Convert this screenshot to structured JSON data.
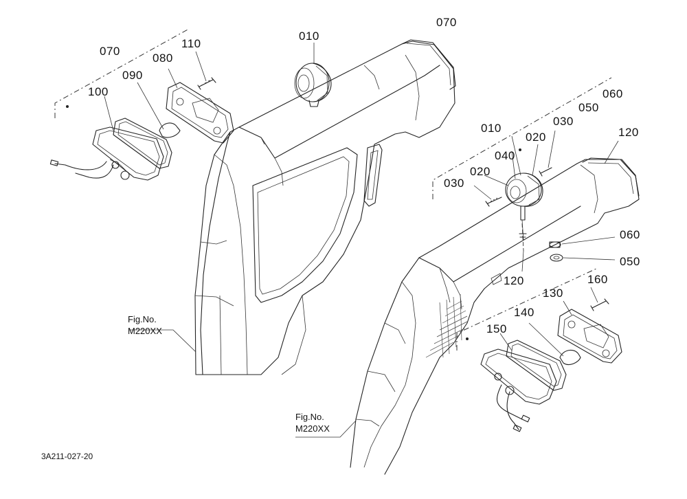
{
  "diagram": {
    "part_labels": {
      "lbl_070_left": "070",
      "lbl_110": "110",
      "lbl_080": "080",
      "lbl_090": "090",
      "lbl_100": "100",
      "lbl_010_top": "010",
      "lbl_070_top": "070",
      "lbl_060_top": "060",
      "lbl_050_top": "050",
      "lbl_010_right": "010",
      "lbl_030_top": "030",
      "lbl_020_top": "020",
      "lbl_040": "040",
      "lbl_120_top": "120",
      "lbl_020_mid": "020",
      "lbl_030_left": "030",
      "lbl_060_mid": "060",
      "lbl_050_mid": "050",
      "lbl_120_mid": "120",
      "lbl_160": "160",
      "lbl_130": "130",
      "lbl_140": "140",
      "lbl_150": "150"
    },
    "fig_refs": {
      "left_line1": "Fig.No.",
      "left_line2": "M220XX",
      "right_line1": "Fig.No.",
      "right_line2": "M220XX"
    },
    "drawing_code": "3A211-027-20",
    "line_color": "#222222",
    "background": "#ffffff"
  }
}
